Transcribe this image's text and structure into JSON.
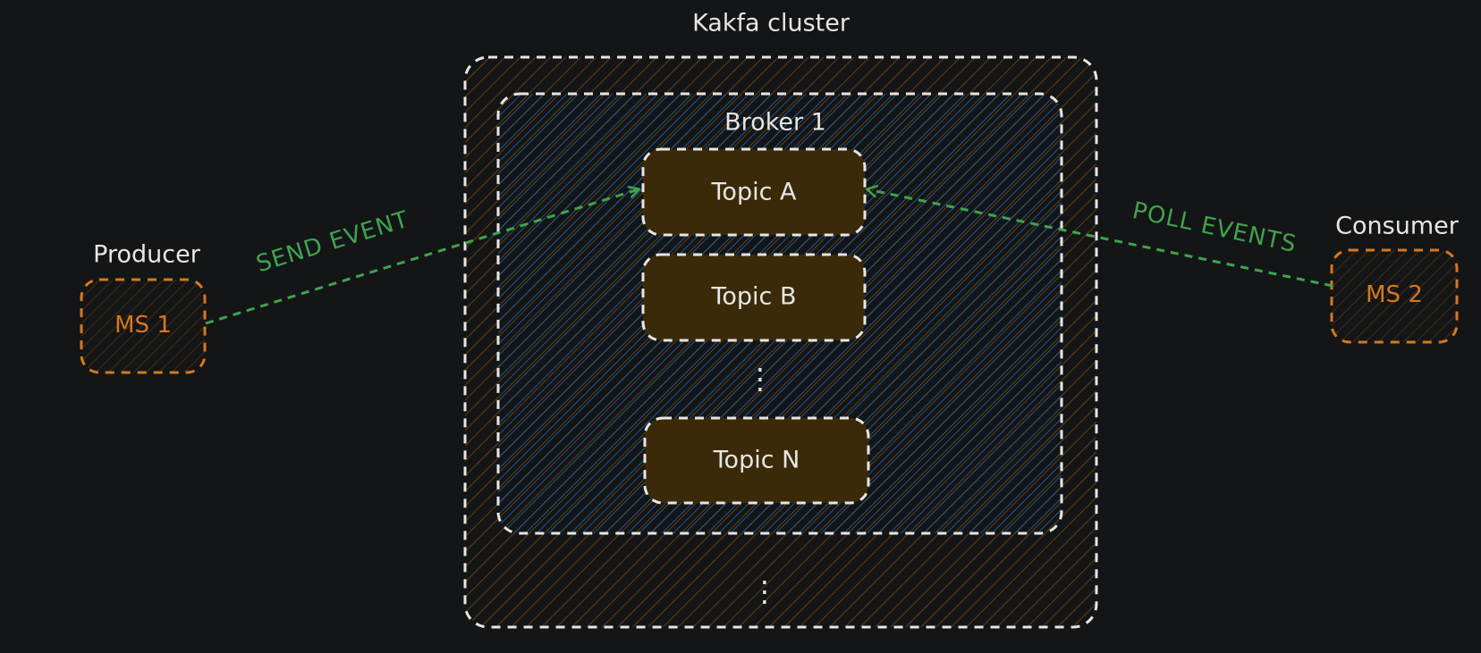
{
  "cluster": {
    "title": "Kakfa cluster",
    "more_indicator": "⋮"
  },
  "broker": {
    "title": "Broker 1",
    "more_indicator": "⋮"
  },
  "topics": [
    {
      "label": "Topic A"
    },
    {
      "label": "Topic B"
    },
    {
      "label": "Topic N"
    }
  ],
  "producer": {
    "role": "Producer",
    "service": "MS 1"
  },
  "consumer": {
    "role": "Consumer",
    "service": "MS 2"
  },
  "edges": {
    "send": {
      "label": "SEND EVENT"
    },
    "poll": {
      "label": "POLL EVENTS"
    }
  },
  "colors": {
    "background": "#141517",
    "stroke": "#e8e6e3",
    "service": "#d6781c",
    "arrow": "#3fa34d",
    "topic_fill": "#3a2a0a",
    "broker_hatch": "#1d5fa3",
    "cluster_hatch": "#5a3d0e"
  }
}
